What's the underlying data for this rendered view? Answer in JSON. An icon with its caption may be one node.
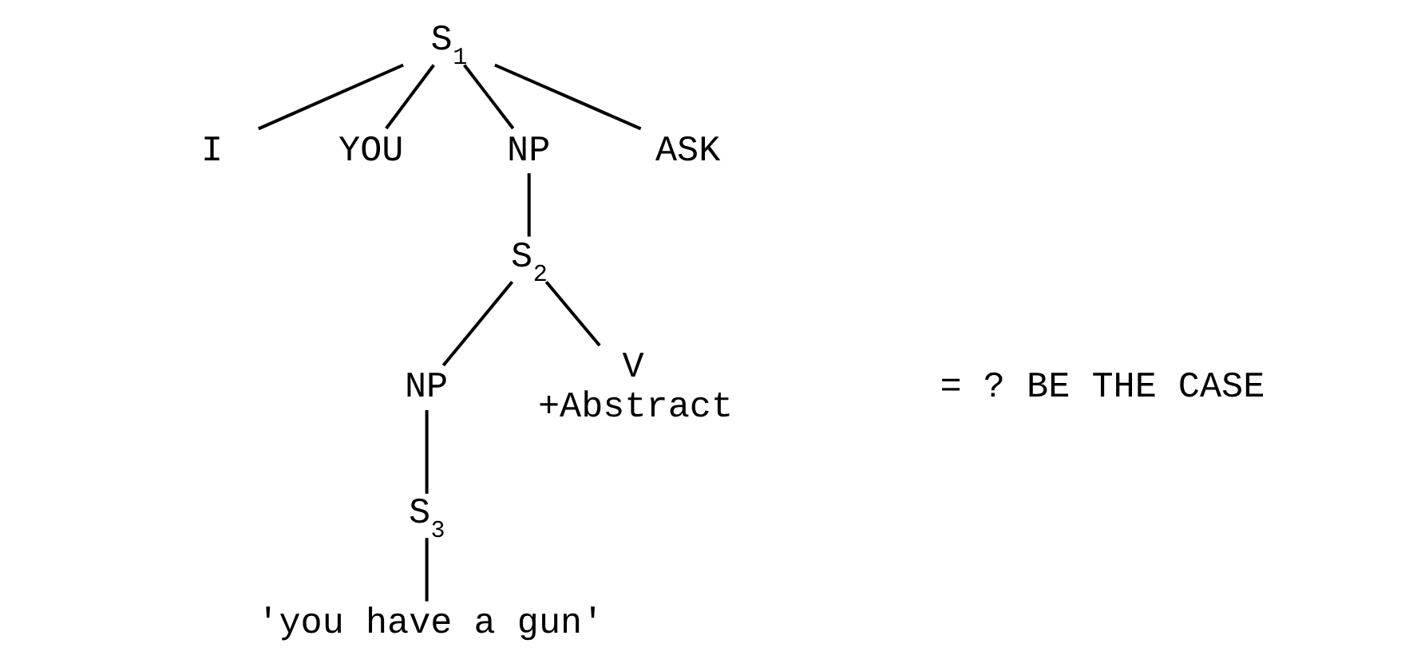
{
  "diagram": {
    "nodes": [
      {
        "text": [
          "S$_{1}$"
        ]
      },
      {
        "text": [
          "I"
        ]
      },
      {
        "text": [
          "YOU"
        ]
      },
      {
        "text": [
          "NP"
        ]
      },
      {
        "text": [
          "ASK"
        ]
      },
      {
        "text": [
          "S$_{2}$"
        ]
      },
      {
        "text": [
          "NP"
        ]
      },
      {
        "text": [
          "V",
          "+Abstract"
        ]
      },
      {
        "text": [
          "S$_{3}$"
        ]
      },
      {
        "text": [
          "'you have a gun'"
        ]
      }
    ],
    "edges": [
      {
        "from": 0,
        "to": 1,
        "arrow": "none"
      },
      {
        "from": 0,
        "to": 2,
        "arrow": "none"
      },
      {
        "from": 0,
        "to": 3,
        "arrow": "none"
      },
      {
        "from": 0,
        "to": 4,
        "arrow": "none"
      },
      {
        "from": 3,
        "to": 5,
        "arrow": "none"
      },
      {
        "from": 5,
        "to": 6,
        "arrow": "none"
      },
      {
        "from": 5,
        "to": 7,
        "arrow": "none"
      },
      {
        "from": 6,
        "to": 8,
        "arrow": "none"
      },
      {
        "from": 8,
        "to": 9,
        "arrow": "none"
      }
    ],
    "labels": [
      "= ? BE THE CASE"
    ]
  }
}
